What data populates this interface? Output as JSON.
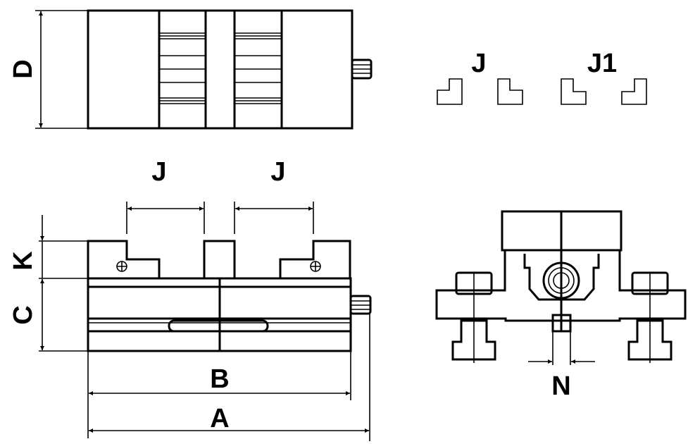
{
  "labels": {
    "D": "D",
    "J_left": "J",
    "J_right": "J",
    "K": "K",
    "C": "C",
    "B": "B",
    "A": "A",
    "N": "N",
    "jaw_J": "J",
    "jaw_J1": "J1"
  }
}
